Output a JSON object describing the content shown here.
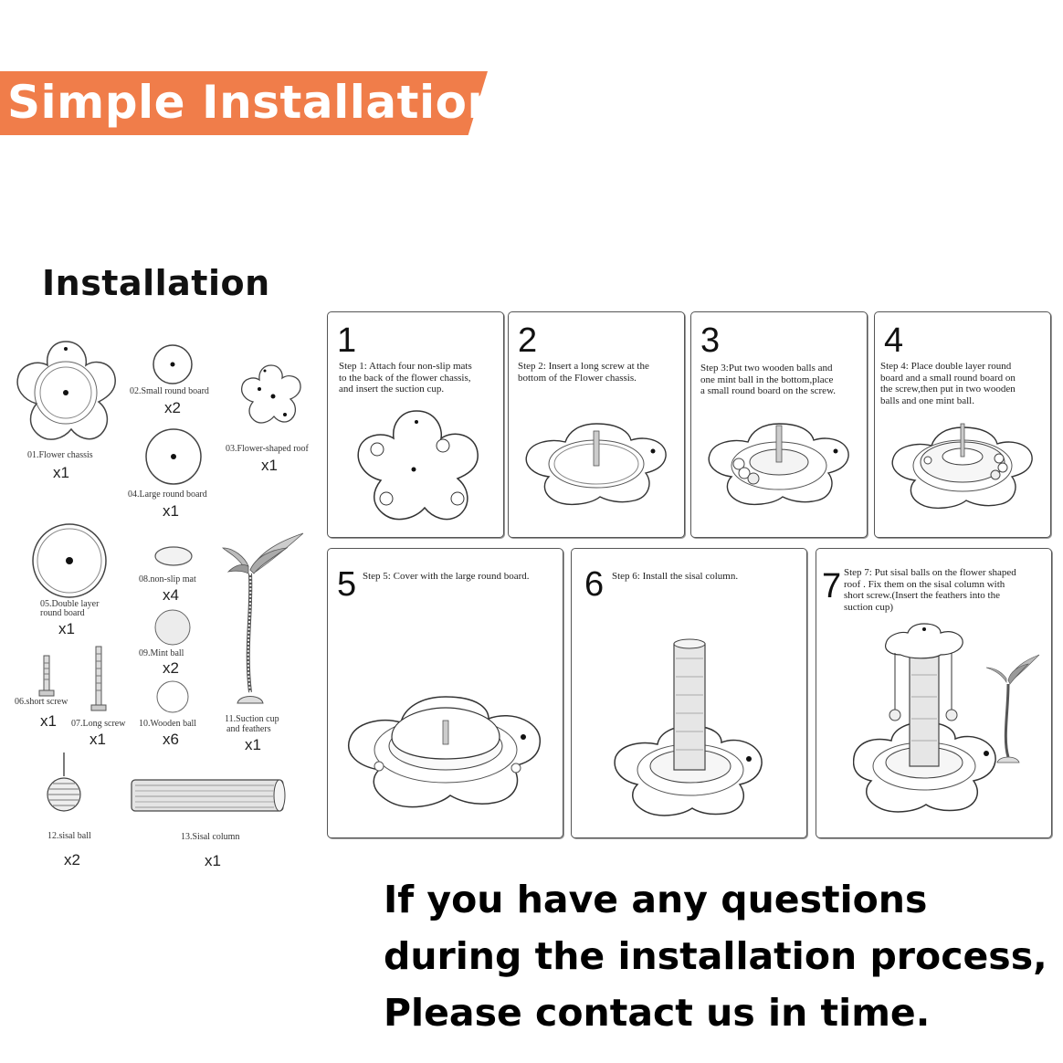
{
  "banner": {
    "title": "Simple Installation",
    "color": "#f07d4a"
  },
  "installation_title": "Installation",
  "parts": {
    "p01": {
      "label": "01.Flower chassis",
      "qty": "x1"
    },
    "p02": {
      "label": "02.Small round board",
      "qty": "x2"
    },
    "p03": {
      "label": "03.Flower-shaped roof",
      "qty": "x1"
    },
    "p04": {
      "label": "04.Large round board",
      "qty": "x1"
    },
    "p05": {
      "label1": "05.Double layer",
      "label2": "round board",
      "qty": "x1"
    },
    "p06": {
      "label": "06.short screw",
      "qty": "x1"
    },
    "p07": {
      "label": "07.Long screw",
      "qty": "x1"
    },
    "p08": {
      "label": "08.non-slip mat",
      "qty": "x4"
    },
    "p09": {
      "label": "09.Mint ball",
      "qty": "x2"
    },
    "p10": {
      "label": "10.Wooden ball",
      "qty": "x6"
    },
    "p11": {
      "label1": "11.Suction cup",
      "label2": "and feathers",
      "qty": "x1"
    },
    "p12": {
      "label": "12.sisal ball",
      "qty": "x2"
    },
    "p13": {
      "label": "13.Sisal column",
      "qty": "x1"
    }
  },
  "steps": [
    {
      "num": "1",
      "lines": [
        "Step 1: Attach four non-slip mats",
        "to the back of the flower chassis,",
        "and insert the suction cup."
      ]
    },
    {
      "num": "2",
      "lines": [
        "Step 2: Insert a long screw at the",
        "bottom of the Flower chassis."
      ]
    },
    {
      "num": "3",
      "lines": [
        "Step 3:Put two wooden balls and",
        "one mint ball in the bottom,place",
        "a small round board on the screw."
      ]
    },
    {
      "num": "4",
      "lines": [
        "Step 4:  Place double layer round",
        "board and a small round board on",
        "the screw,then put in two wooden",
        "balls and one mint ball."
      ]
    },
    {
      "num": "5",
      "lines": [
        "Step 5: Cover with the large round board."
      ]
    },
    {
      "num": "6",
      "lines": [
        "Step 6: Install the sisal column."
      ]
    },
    {
      "num": "7",
      "lines": [
        "Step 7: Put sisal balls on the flower shaped",
        "roof . Fix them on the  sisal column with",
        "short screw.(Insert the feathers into the",
        "suction cup)"
      ]
    }
  ],
  "contact": {
    "line1": "If you have any questions",
    "line2": "during the installation process,",
    "line3": "Please contact us in time."
  }
}
